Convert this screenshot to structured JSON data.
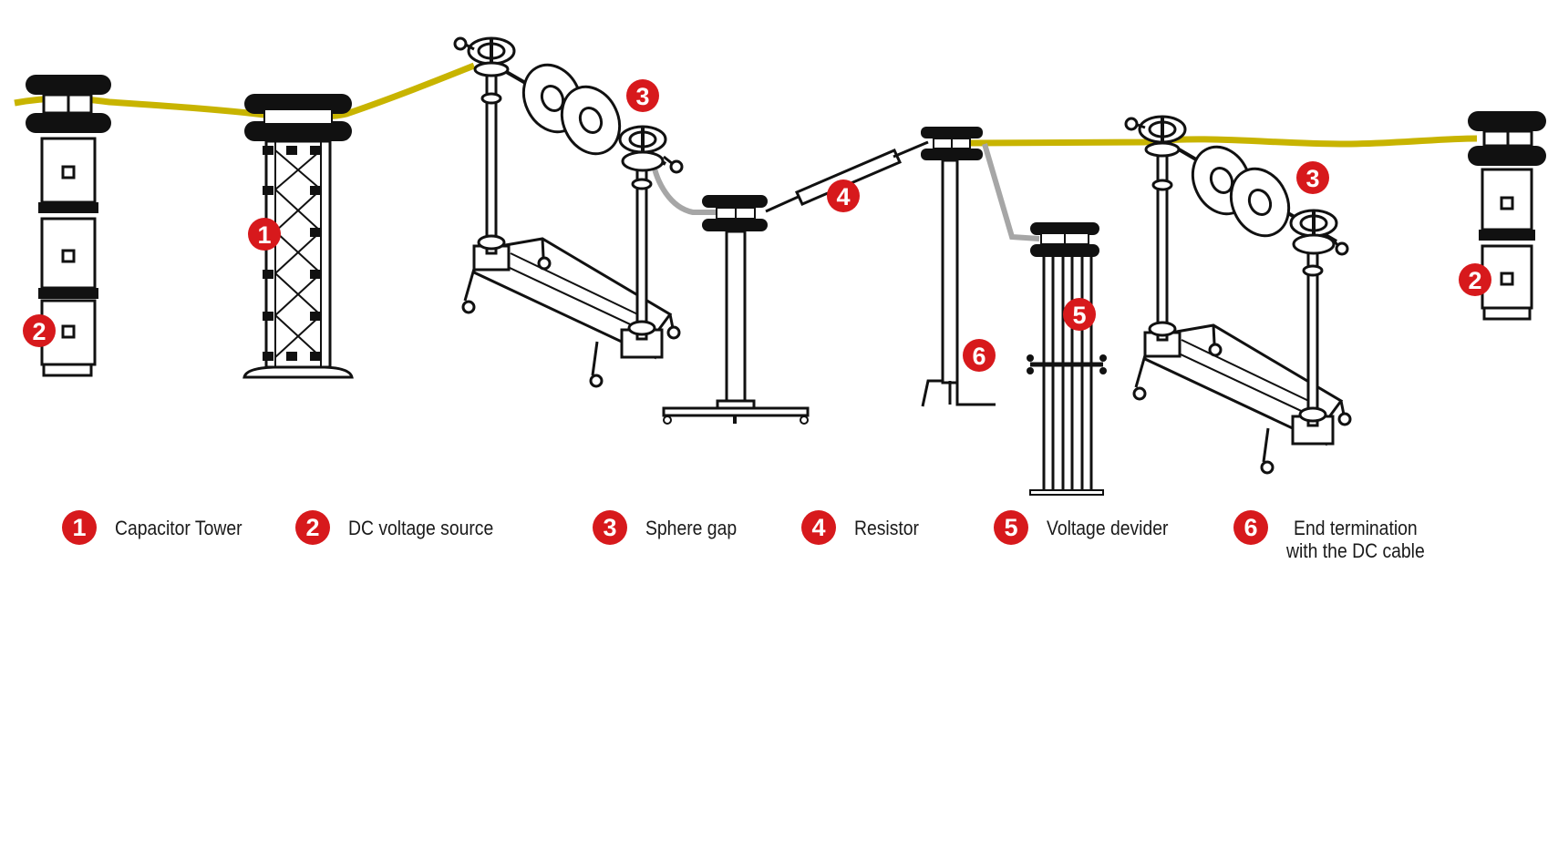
{
  "colors": {
    "cable": "#c8b400",
    "ground_cable": "#a6a6a6",
    "badge": "#d7191c",
    "line": "#111111"
  },
  "diagram": {
    "badges": [
      {
        "number": "2",
        "target": "dc-voltage-source-left"
      },
      {
        "number": "1",
        "target": "capacitor-tower"
      },
      {
        "number": "3",
        "target": "sphere-gap-left"
      },
      {
        "number": "4",
        "target": "resistor"
      },
      {
        "number": "6",
        "target": "end-termination"
      },
      {
        "number": "5",
        "target": "voltage-divider"
      },
      {
        "number": "3",
        "target": "sphere-gap-right"
      },
      {
        "number": "2",
        "target": "dc-voltage-source-right"
      }
    ]
  },
  "legend": [
    {
      "number": "1",
      "label": "Capacitor Tower"
    },
    {
      "number": "2",
      "label": "DC voltage source"
    },
    {
      "number": "3",
      "label": "Sphere gap"
    },
    {
      "number": "4",
      "label": "Resistor"
    },
    {
      "number": "5",
      "label": "Voltage devider"
    },
    {
      "number": "6",
      "label": "End termination\nwith the DC cable"
    }
  ]
}
